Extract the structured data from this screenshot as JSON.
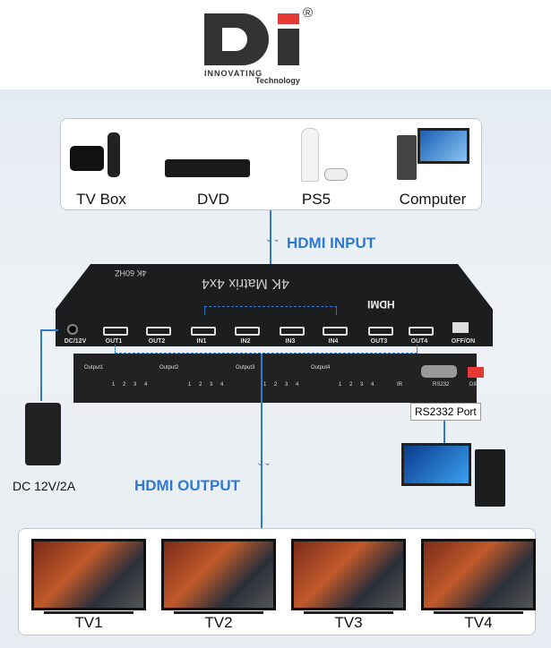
{
  "logo": {
    "brand": "Di",
    "tagline_1": "INNOVATING",
    "tagline_2": "Technology",
    "registered": "®"
  },
  "sources": [
    {
      "label": "TV Box"
    },
    {
      "label": "DVD"
    },
    {
      "label": "PS5"
    },
    {
      "label": "Computer"
    }
  ],
  "hdmi_input": "HDMI INPUT",
  "hdmi_output": "HDMI OUTPUT",
  "device": {
    "title": "4K Matrix 4x4",
    "spec": "4K 60HZ",
    "hdmi_logo": "HDMI",
    "front_ports": [
      "DC/12V",
      "OUT1",
      "OUT2",
      "IN1",
      "IN2",
      "IN3",
      "IN4",
      "OUT3",
      "OUT4",
      "OFF/ON"
    ],
    "back_outputs": [
      "Output1",
      "Output2",
      "Output3",
      "Output4"
    ],
    "led_numbers": [
      "1",
      "2",
      "3",
      "4"
    ],
    "ir": "IR",
    "rs232": "RS232",
    "dip": "DIP"
  },
  "rs232_port": "RS2332 Port",
  "power": "DC 12V/2A",
  "tvs": [
    {
      "label": "TV1"
    },
    {
      "label": "TV2"
    },
    {
      "label": "TV3"
    },
    {
      "label": "TV4"
    }
  ],
  "colors": {
    "accent": "#2e7ad1",
    "logo_red": "#e53935"
  }
}
